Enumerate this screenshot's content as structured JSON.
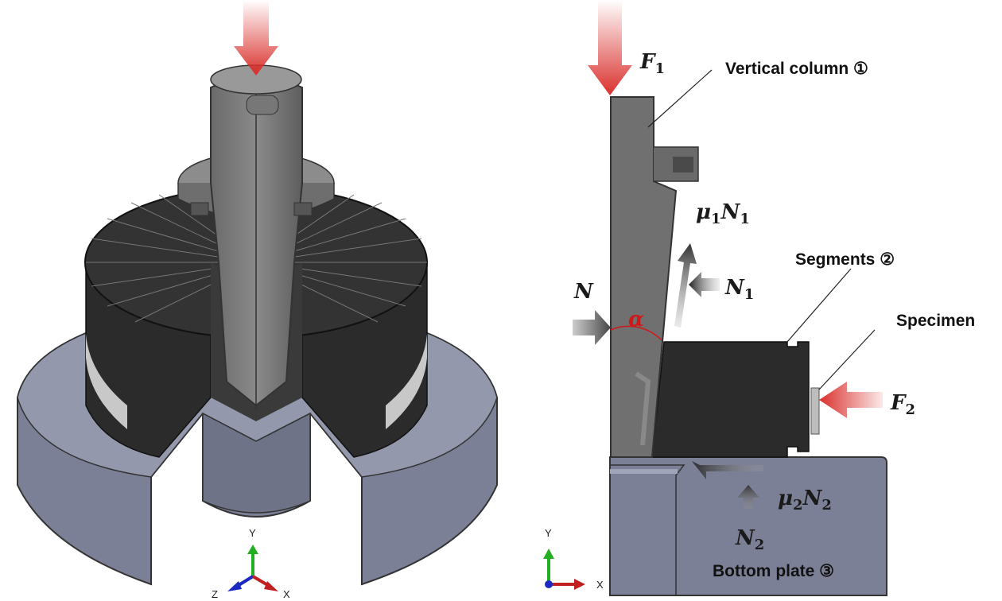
{
  "left_view": {
    "axis_labels": {
      "y": "Y",
      "z": "Z",
      "x": "X"
    }
  },
  "right_view": {
    "labels": {
      "vertical_column": "Vertical column ①",
      "segments": "Segments ②",
      "specimen": "Specimen",
      "bottom_plate": "Bottom plate ③"
    },
    "forces": {
      "F1": {
        "main": "F",
        "sub": "1"
      },
      "F2": {
        "main": "F",
        "sub": "2"
      },
      "N": {
        "main": "N"
      },
      "N1": {
        "main": "N",
        "sub": "1"
      },
      "mu1N1": {
        "mu": "μ",
        "sub1": "1",
        "main": "N",
        "sub2": "1"
      },
      "N2": {
        "main": "N",
        "sub": "2"
      },
      "mu2N2": {
        "mu": "μ",
        "sub1": "2",
        "main": "N",
        "sub2": "2"
      },
      "alpha": "α"
    },
    "axis_labels": {
      "y": "Y",
      "x": "X"
    }
  },
  "colors": {
    "force_arrow": "#d9302c",
    "plate": "#7c8096",
    "segments": "#2b2b2b",
    "column": "#6e6e6e",
    "angle": "#d01818"
  }
}
